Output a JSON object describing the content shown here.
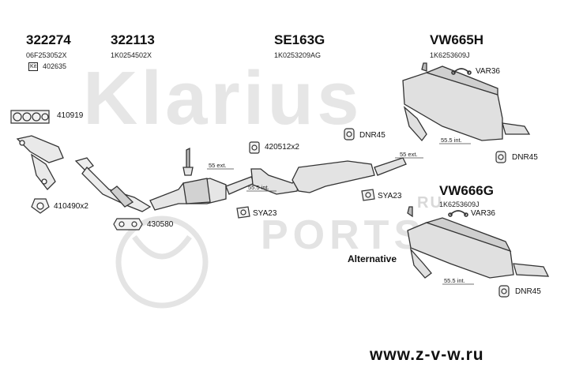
{
  "watermark": {
    "brand": "Klarius",
    "site_top": "RU",
    "site_mid": "PORTS"
  },
  "parts": {
    "p1": {
      "number": "322274",
      "oem": "06F253052X"
    },
    "p2": {
      "number": "322113",
      "oem": "1K0254502X"
    },
    "p3": {
      "number": "SE163G",
      "oem": "1K0253209AG"
    },
    "p4": {
      "number": "VW665H",
      "oem": "1K6253609J"
    },
    "p5": {
      "number": "VW666G",
      "oem": "1K6253609J"
    }
  },
  "kit": {
    "badge": "Kit",
    "code": "402635"
  },
  "labels": {
    "gasket": "410919",
    "ring": "410490x2",
    "flange": "430580",
    "clamp": "420512x2",
    "dnr_top": "DNR45",
    "dnr_right": "DNR45",
    "dnr_bottom": "DNR45",
    "var_top": "VAR36",
    "var_bottom": "VAR36",
    "sya_left": "SYA23",
    "sya_right": "SYA23"
  },
  "dims": {
    "d1": "55 ext.",
    "d2": "55.5 int.",
    "d3": "55 ext.",
    "d4": "55.5 int.",
    "d5": "55.5 int."
  },
  "alternative": "Alternative",
  "website": "www.z-v-w.ru"
}
